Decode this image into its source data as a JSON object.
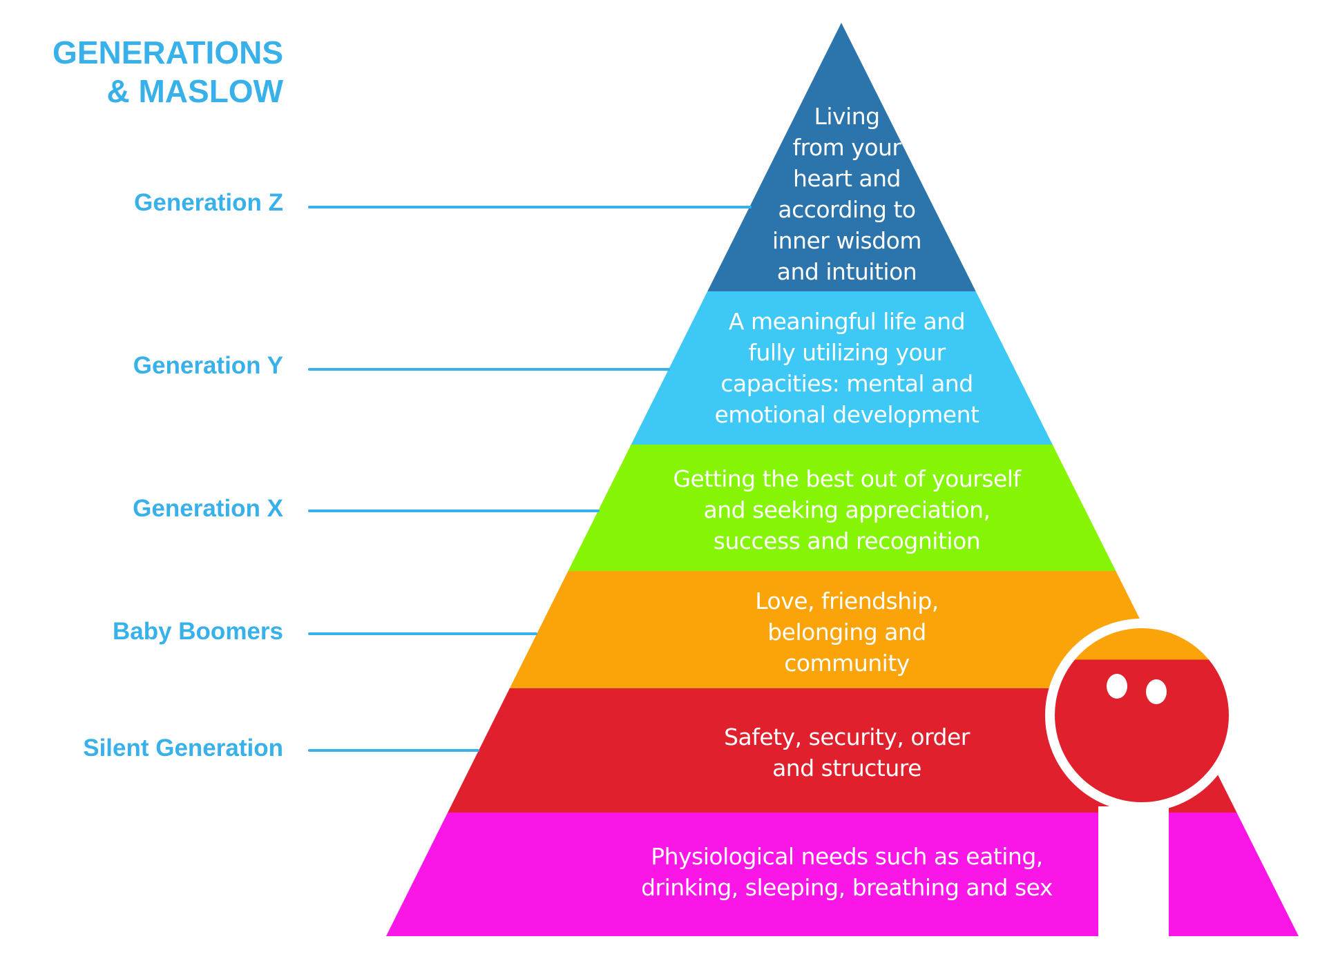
{
  "title": {
    "line1": "GENERATIONS",
    "line2": "& MASLOW"
  },
  "generations": [
    {
      "id": "gen-z",
      "label": "Generation Z"
    },
    {
      "id": "gen-y",
      "label": "Generation Y"
    },
    {
      "id": "gen-x",
      "label": "Generation X"
    },
    {
      "id": "boomers",
      "label": "Baby Boomers"
    },
    {
      "id": "silent",
      "label": "Silent Generation"
    }
  ],
  "layers": [
    {
      "id": "self-transcendence",
      "text": "Living\nfrom your\nheart and\naccording to\ninner wisdom\nand intuition",
      "color": "#2c74ac"
    },
    {
      "id": "self-actualization",
      "text": "A meaningful life and\nfully utilizing your\ncapacities: mental and\nemotional development",
      "color": "#3dc8f6"
    },
    {
      "id": "esteem",
      "text": "Getting the best out of yourself\nand seeking appreciation,\nsuccess and recognition",
      "color": "#86f505"
    },
    {
      "id": "belonging",
      "text": "Love, friendship,\nbelonging and\ncommunity",
      "color": "#fba40a"
    },
    {
      "id": "safety",
      "text": "Safety, security, order\nand structure",
      "color": "#e1202d"
    },
    {
      "id": "physiological",
      "text": "Physiological needs such as eating,\ndrinking, sleeping, breathing and sex",
      "color": "#fa16e6"
    }
  ],
  "colors": {
    "label_blue": "#38b0ea",
    "connector_blue": "#38b0ea",
    "background": "#ffffff"
  }
}
